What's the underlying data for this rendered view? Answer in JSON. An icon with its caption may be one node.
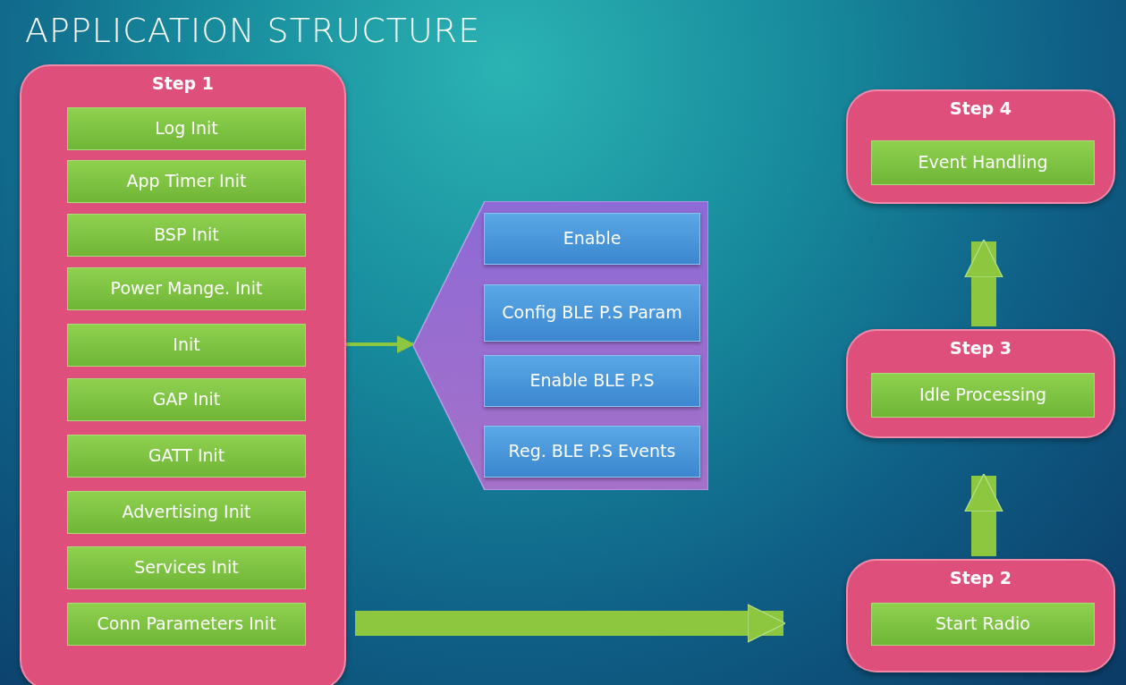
{
  "diagram": {
    "title": "APPLICATION STRUCTURE",
    "nodes": [
      {
        "text": [
          "Step 1"
        ]
      },
      {
        "text": [
          "Log Init"
        ],
        "in": 0
      },
      {
        "text": [
          "App Timer Init"
        ],
        "in": 0
      },
      {
        "text": [
          "BSP Init"
        ],
        "in": 0
      },
      {
        "text": [
          "Power Mange. Init"
        ],
        "in": 0
      },
      {
        "text": [
          "Init"
        ],
        "in": 0
      },
      {
        "text": [
          "GAP Init"
        ],
        "in": 0
      },
      {
        "text": [
          "GATT Init"
        ],
        "in": 0
      },
      {
        "text": [
          "Advertising Init"
        ],
        "in": 0
      },
      {
        "text": [
          "Services Init"
        ],
        "in": 0
      },
      {
        "text": [
          "Conn Parameters Init"
        ],
        "in": 0
      },
      {
        "text": [],
        "shape": "box"
      },
      {
        "text": [
          "Enable"
        ],
        "in": 11
      },
      {
        "text": [
          "Config BLE P.S Param"
        ],
        "in": 11
      },
      {
        "text": [
          "Enable BLE P.S"
        ],
        "in": 11
      },
      {
        "text": [
          "Reg. BLE P.S Events"
        ],
        "in": 11
      },
      {
        "text": [
          "Step 4"
        ]
      },
      {
        "text": [
          "Event Handling"
        ],
        "in": 16
      },
      {
        "text": [
          "Step 3"
        ]
      },
      {
        "text": [
          "Idle Processing"
        ],
        "in": 18
      },
      {
        "text": [
          "Step 2"
        ]
      },
      {
        "text": [
          "Start Radio"
        ],
        "in": 20
      }
    ],
    "edges": [
      {
        "from": 5,
        "to": 11,
        "arrow": "to"
      },
      {
        "from": 0,
        "to": 20,
        "arrow": "to"
      },
      {
        "from": 20,
        "to": 18,
        "arrow": "to"
      },
      {
        "from": 18,
        "to": 16,
        "arrow": "to"
      }
    ]
  }
}
